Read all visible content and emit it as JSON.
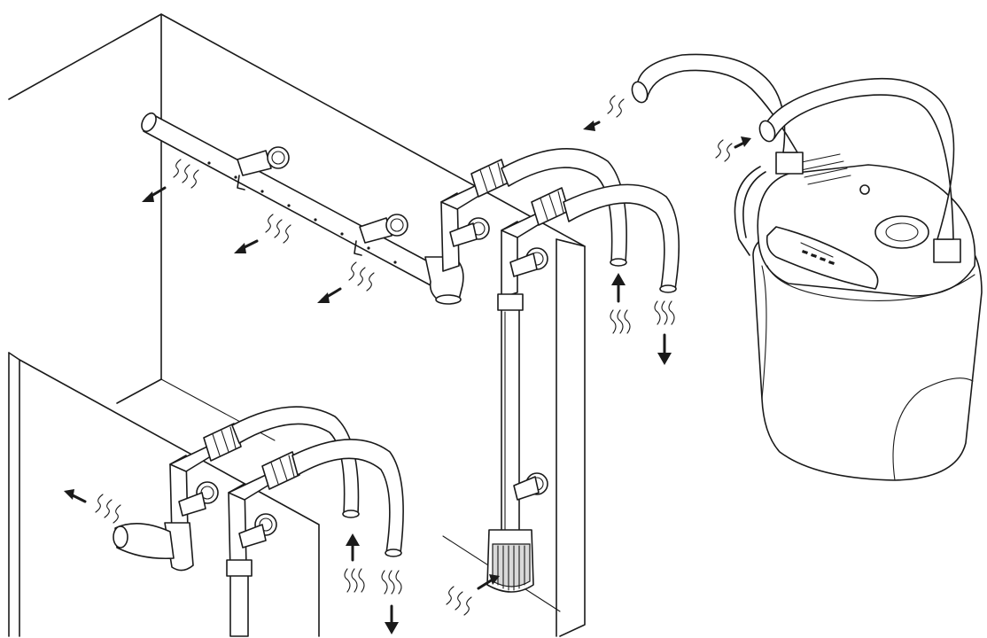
{
  "figure": {
    "background": "#ffffff",
    "line_color": "#1a1a1a",
    "parts": [
      "main-aquarium",
      "lower-aquarium",
      "spray-bar",
      "outlet-assembly",
      "intake-assembly",
      "hose-pair",
      "canister-filter"
    ],
    "flow_arrows": [
      "outflow",
      "outflow",
      "outflow",
      "inflow",
      "outflow",
      "inflow",
      "outflow",
      "inflow",
      "outflow"
    ]
  }
}
